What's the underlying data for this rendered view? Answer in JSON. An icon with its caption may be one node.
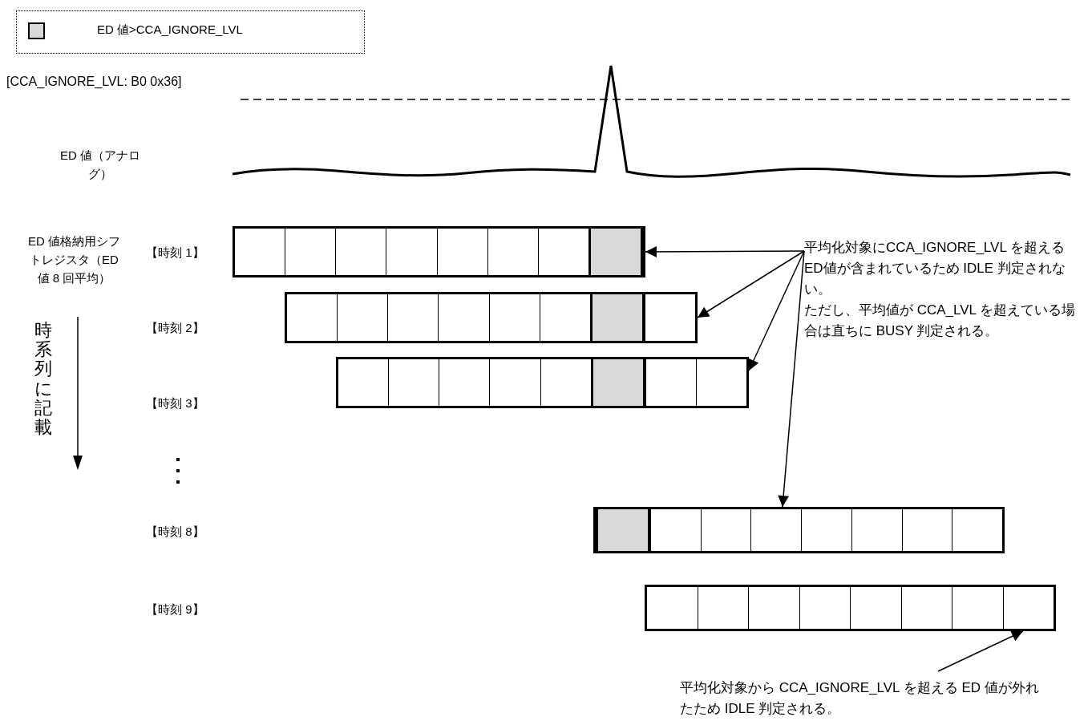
{
  "diagram": {
    "nodes": [
      {
        "text": [],
        "shape": "bar"
      },
      {
        "text": [
          "平均化対象にCCA_IGNORE_LVL を超える ED値が含まれているため IDLE 判定されない。",
          "ただし、平均値が CCA_LVL を超えている場合は直ちに BUSY 判定される。"
        ]
      },
      {
        "text": [],
        "shape": "bar"
      },
      {
        "text": [],
        "shape": "bar"
      },
      {
        "text": [],
        "shape": "bar"
      },
      {
        "text": [],
        "shape": "bar"
      },
      {
        "text": [
          "平均化対象から CCA_IGNORE_LVL を超える ED 値が外れたため IDLE 判定される。"
        ]
      }
    ],
    "edges": [
      {
        "from": 1,
        "to": 0,
        "arrow": "to"
      },
      {
        "from": 1,
        "to": 2,
        "arrow": "to"
      },
      {
        "from": 1,
        "to": 3,
        "arrow": "to"
      },
      {
        "from": 1,
        "to": 4,
        "arrow": "to"
      },
      {
        "from": 6,
        "to": 5,
        "arrow": "to"
      }
    ],
    "labels": [
      "[CCA_IGNORE_LVL: B0 0x36]",
      "ED 値（アナログ）",
      "ED 値格納用シフトレジスタ（ED 値 8 回平均）",
      "【時刻 1】",
      "【時刻 2】",
      "時系列に記載",
      "【時刻 3】",
      "【時刻 8】",
      "【時刻 9】"
    ],
    "legend": [
      {
        "text": "ED 値>CCA_IGNORE_LVL",
        "color": "#d9d9d9"
      }
    ]
  }
}
